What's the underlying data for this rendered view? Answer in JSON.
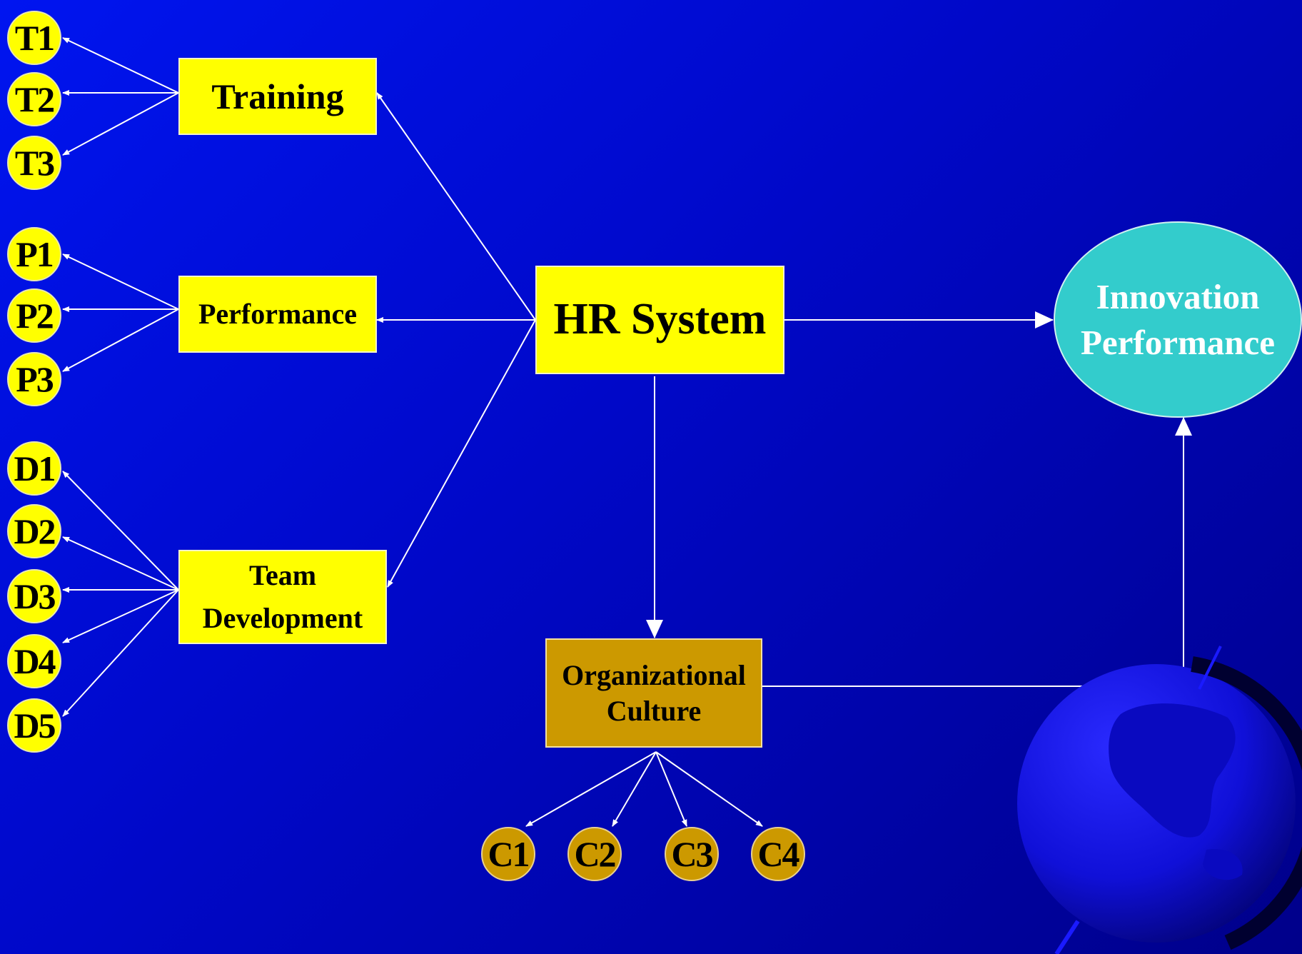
{
  "hub": {
    "label": "HR System"
  },
  "outcome": {
    "line1": "Innovation",
    "line2": "Performance"
  },
  "mediator": {
    "line1": "Organizational",
    "line2": "Culture"
  },
  "constructs": {
    "training": "Training",
    "performance": "Performance",
    "team_line1": "Team",
    "team_line2": "Development"
  },
  "indicators": {
    "training": [
      "T1",
      "T2",
      "T3"
    ],
    "performance": [
      "P1",
      "P2",
      "P3"
    ],
    "development": [
      "D1",
      "D2",
      "D3",
      "D4",
      "D5"
    ],
    "culture": [
      "C1",
      "C2",
      "C3",
      "C4"
    ]
  },
  "colors": {
    "box": "#ffff00",
    "culture": "#cc9900",
    "outcome": "#33cccc",
    "line": "#ffffff"
  }
}
